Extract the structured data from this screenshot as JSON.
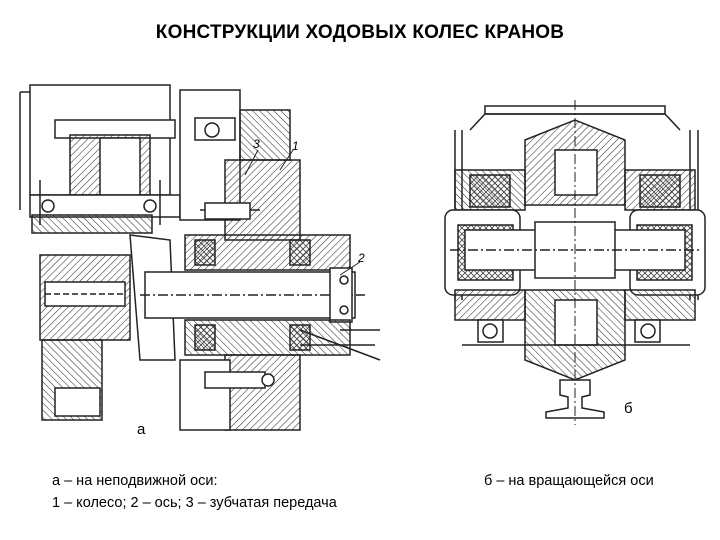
{
  "title": "КОНСТРУКЦИИ ХОДОВЫХ КОЛЕС КРАНОВ",
  "figure_a": {
    "letter": "а",
    "callouts": [
      "1",
      "2",
      "3"
    ],
    "caption_line1": "а – на неподвижной оси:",
    "caption_line2": "1 – колесо; 2 – ось; 3 – зубчатая передача"
  },
  "figure_b": {
    "letter": "б",
    "caption": "б – на вращающейся оси"
  }
}
